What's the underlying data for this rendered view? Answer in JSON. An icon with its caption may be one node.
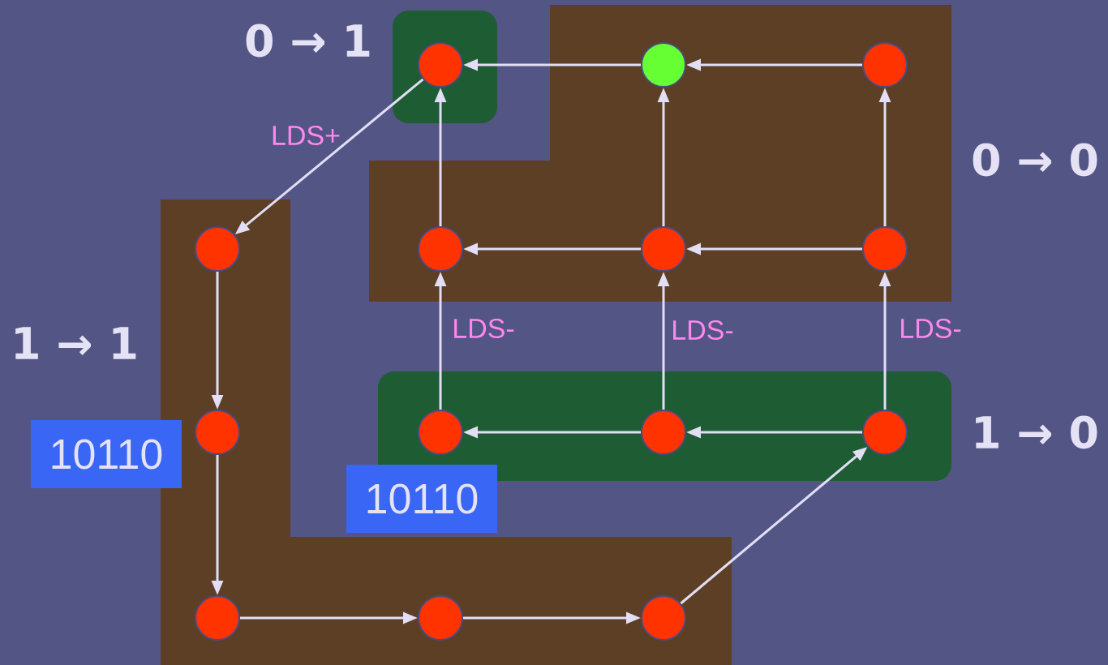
{
  "diagram": {
    "nodes": [
      {
        "text": [],
        "shape": "circle"
      },
      {
        "text": [],
        "shape": "circle"
      },
      {
        "text": [],
        "shape": "circle"
      },
      {
        "text": [],
        "shape": "circle"
      },
      {
        "text": [],
        "shape": "circle"
      },
      {
        "text": [],
        "shape": "circle"
      },
      {
        "text": [],
        "shape": "circle"
      },
      {
        "text": [],
        "shape": "circle"
      },
      {
        "text": [],
        "shape": "circle"
      },
      {
        "text": [],
        "shape": "circle"
      },
      {
        "text": [],
        "shape": "circle"
      },
      {
        "text": [],
        "shape": "circle"
      },
      {
        "text": [],
        "shape": "circle"
      },
      {
        "text": [],
        "shape": "circle"
      },
      {
        "text": [
          "10110"
        ]
      },
      {
        "text": [
          "10110"
        ]
      }
    ],
    "edges": [
      {
        "from": 1,
        "to": 0,
        "arrow": "to"
      },
      {
        "from": 2,
        "to": 1,
        "arrow": "to"
      },
      {
        "from": 4,
        "to": 0,
        "arrow": "to"
      },
      {
        "from": 5,
        "to": 1,
        "arrow": "to"
      },
      {
        "from": 6,
        "to": 2,
        "arrow": "to"
      },
      {
        "from": 5,
        "to": 4,
        "arrow": "to"
      },
      {
        "from": 6,
        "to": 5,
        "arrow": "to"
      },
      {
        "from": 8,
        "to": 4,
        "arrow": "to",
        "label": "LDS-"
      },
      {
        "from": 9,
        "to": 5,
        "arrow": "to",
        "label": "LDS-"
      },
      {
        "from": 10,
        "to": 6,
        "arrow": "to",
        "label": "LDS-"
      },
      {
        "from": 9,
        "to": 8,
        "arrow": "to"
      },
      {
        "from": 10,
        "to": 9,
        "arrow": "to"
      },
      {
        "from": 0,
        "to": 3,
        "arrow": "to",
        "label": "LDS+"
      },
      {
        "from": 3,
        "to": 7,
        "arrow": "to"
      },
      {
        "from": 7,
        "to": 11,
        "arrow": "to"
      },
      {
        "from": 11,
        "to": 12,
        "arrow": "to"
      },
      {
        "from": 12,
        "to": 13,
        "arrow": "to"
      },
      {
        "from": 13,
        "to": 10,
        "arrow": "to"
      }
    ],
    "labels": [
      "0 → 1",
      "0 → 0",
      "1 → 1",
      "1 → 0"
    ]
  }
}
